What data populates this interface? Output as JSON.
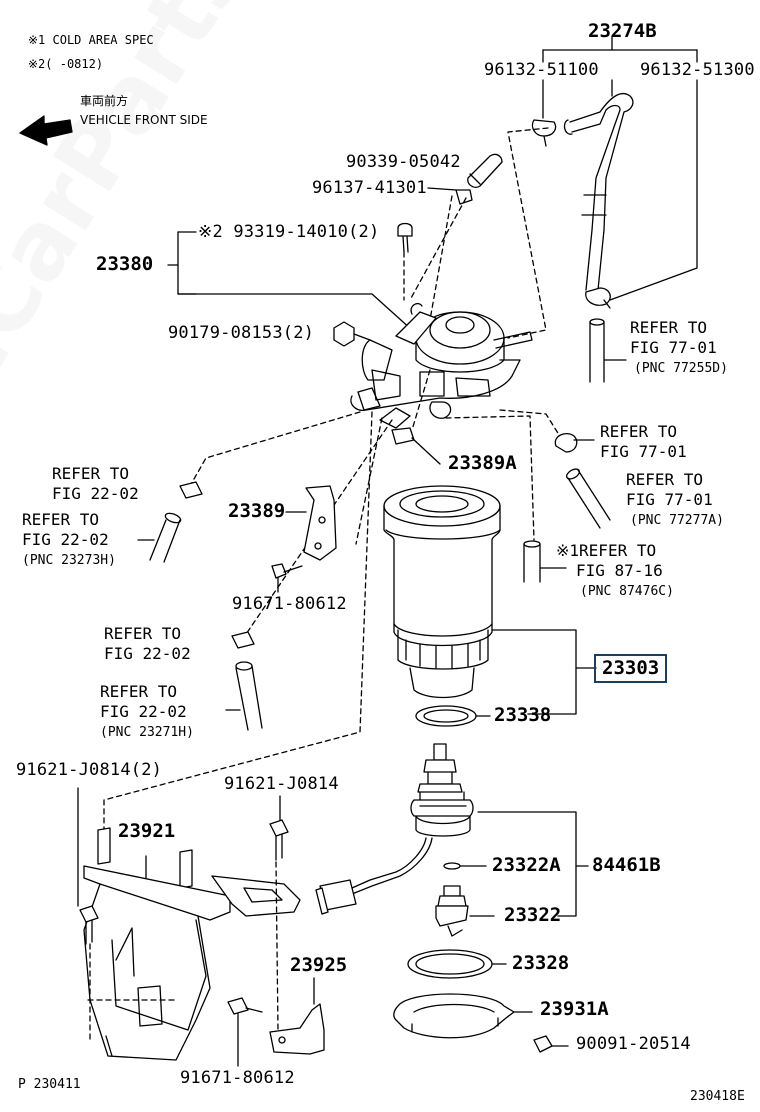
{
  "header": {
    "note1": "※1 COLD AREA SPEC",
    "note2": "※2(    -0812)",
    "direction_jp": "車両前方",
    "direction_en": "VEHICLE FRONT SIDE"
  },
  "parts": {
    "p23274B": "23274B",
    "p96132_51100": "96132-51100",
    "p96132_51300": "96132-51300",
    "p90339_05042": "90339-05042",
    "p96137_41301": "96137-41301",
    "p93319_14010": "※2 93319-14010(2)",
    "p23380": "23380",
    "p90179_08153": "90179-08153(2)",
    "p23389A": "23389A",
    "p23389": "23389",
    "p91671_80612_a": "91671-80612",
    "p23303": "23303",
    "p23338": "23338",
    "p91621_J0814_2": "91621-J0814(2)",
    "p91621_J0814": "91621-J0814",
    "p23921": "23921",
    "p23322A": "23322A",
    "p84461B": "84461B",
    "p23322": "23322",
    "p23925": "23925",
    "p23328": "23328",
    "p23931A": "23931A",
    "p90091_20514": "90091-20514",
    "p91671_80612_b": "91671-80612"
  },
  "refs": {
    "r77_01_a": [
      "REFER TO",
      "FIG 77-01",
      "(PNC 77255D)"
    ],
    "r77_01_b": [
      "REFER TO",
      "FIG 77-01"
    ],
    "r77_01_c": [
      "REFER TO",
      "FIG 77-01",
      "(PNC 77277A)"
    ],
    "r22_02_a": [
      "REFER TO",
      "FIG 22-02"
    ],
    "r22_02_b": [
      "REFER TO",
      "FIG 22-02",
      "(PNC 23273H)"
    ],
    "r87_16": [
      "※1REFER TO",
      "FIG 87-16",
      "(PNC 87476C)"
    ],
    "r22_02_c": [
      "REFER TO",
      "FIG 22-02"
    ],
    "r22_02_d": [
      "REFER TO",
      "FIG 22-02",
      "(PNC 23271H)"
    ]
  },
  "footer": {
    "left": "P 230411",
    "right": "230418E"
  },
  "watermark": "ToyotaCarPartsInfo",
  "colors": {
    "line": "#000000",
    "highlight_box": "#1c3f5f"
  }
}
